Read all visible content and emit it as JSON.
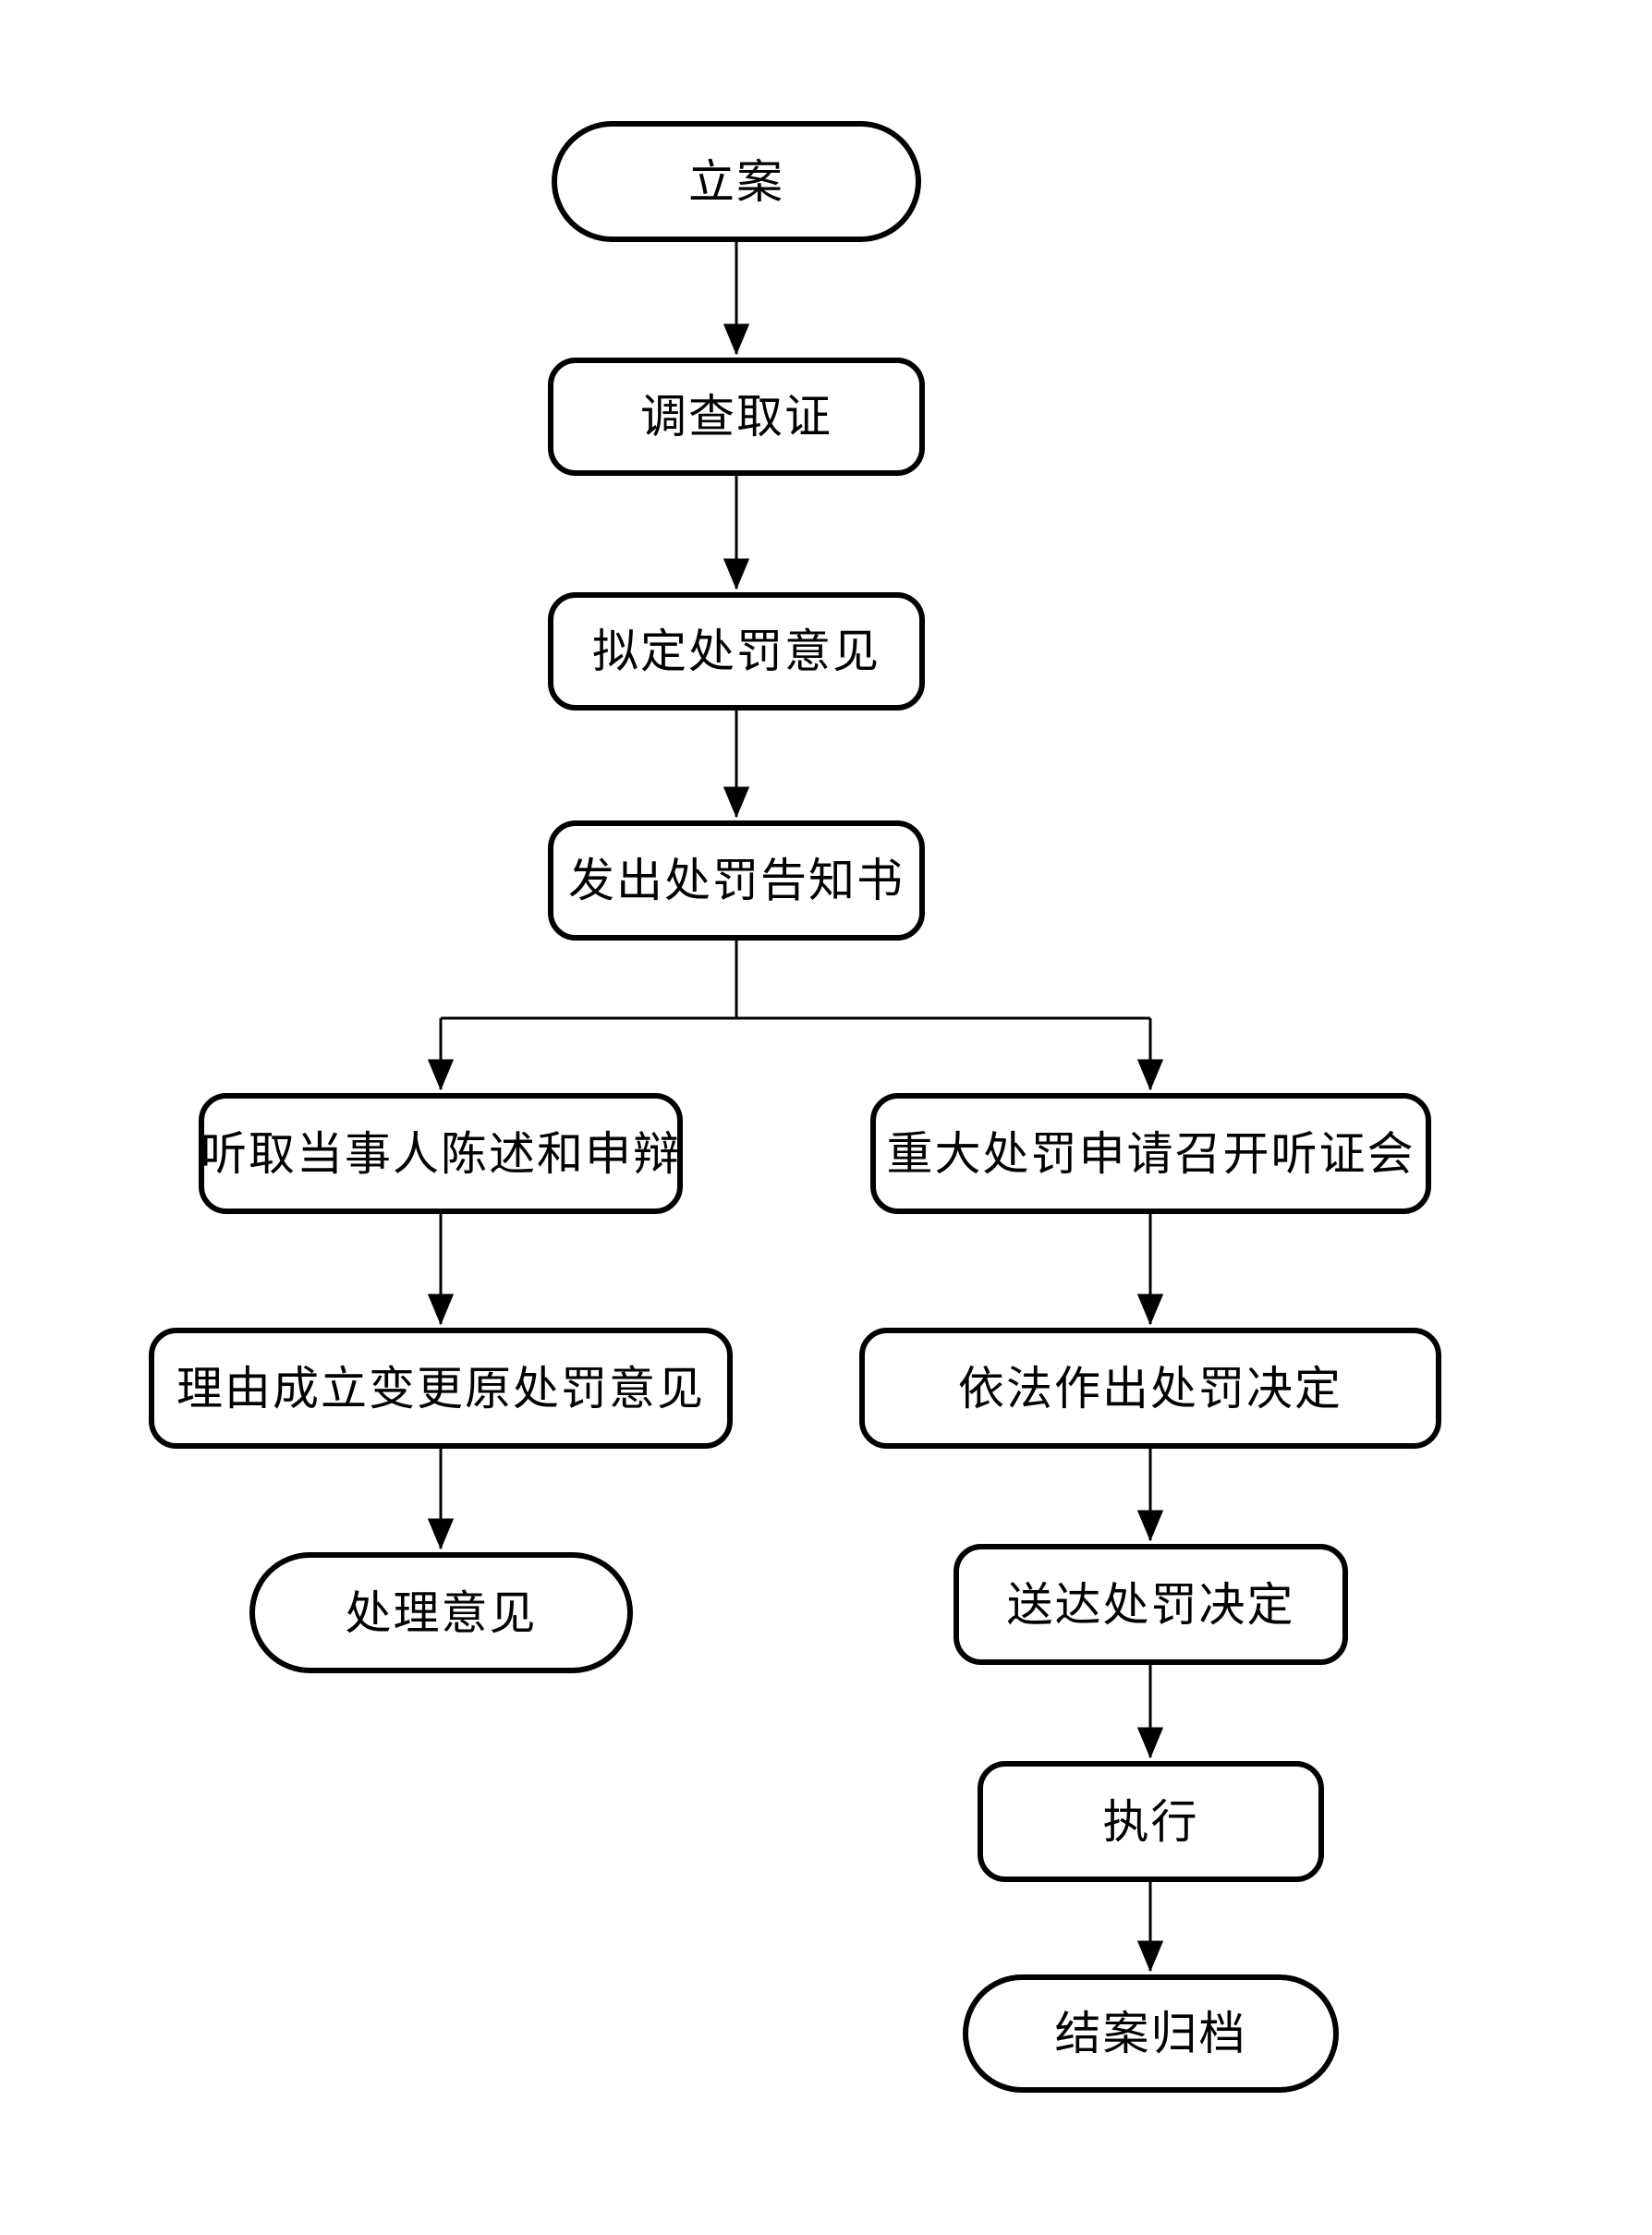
{
  "diagram": {
    "type": "flowchart",
    "direction": "top-down",
    "colors": {
      "stroke": "#000000",
      "fill": "#ffffff",
      "text": "#000000"
    }
  },
  "nodes": [
    {
      "id": "li-an",
      "label": "立案",
      "shape": "stadium"
    },
    {
      "id": "diao-cha-qu-zheng",
      "label": "调查取证",
      "shape": "rounded-rect"
    },
    {
      "id": "ni-ding-chu-fa-yi-jian",
      "label": "拟定处罚意见",
      "shape": "rounded-rect"
    },
    {
      "id": "fa-chu-gao-zhi-shu",
      "label": "发出处罚告知书",
      "shape": "rounded-rect"
    },
    {
      "id": "ting-qu-shen-bian",
      "label": "听取当事人陈述和申辩",
      "shape": "rounded-rect"
    },
    {
      "id": "zhong-da-ting-zheng",
      "label": "重大处罚申请召开听证会",
      "shape": "rounded-rect"
    },
    {
      "id": "li-you-bian-geng",
      "label": "理由成立变更原处罚意见",
      "shape": "rounded-rect"
    },
    {
      "id": "yi-fa-jue-ding",
      "label": "依法作出处罚决定",
      "shape": "rounded-rect"
    },
    {
      "id": "chu-li-yi-jian",
      "label": "处理意见",
      "shape": "stadium"
    },
    {
      "id": "song-da-jue-ding",
      "label": "送达处罚决定",
      "shape": "rounded-rect"
    },
    {
      "id": "zhi-xing",
      "label": "执行",
      "shape": "rounded-rect"
    },
    {
      "id": "jie-an-gui-dang",
      "label": "结案归档",
      "shape": "stadium"
    }
  ],
  "edges": [
    {
      "from": "立案",
      "to": "调查取证"
    },
    {
      "from": "调查取证",
      "to": "拟定处罚意见"
    },
    {
      "from": "拟定处罚意见",
      "to": "发出处罚告知书"
    },
    {
      "from": "发出处罚告知书",
      "to": "听取当事人陈述和申辩"
    },
    {
      "from": "发出处罚告知书",
      "to": "重大处罚申请召开听证会"
    },
    {
      "from": "听取当事人陈述和申辩",
      "to": "理由成立变更原处罚意见"
    },
    {
      "from": "理由成立变更原处罚意见",
      "to": "处理意见"
    },
    {
      "from": "重大处罚申请召开听证会",
      "to": "依法作出处罚决定"
    },
    {
      "from": "依法作出处罚决定",
      "to": "送达处罚决定"
    },
    {
      "from": "送达处罚决定",
      "to": "执行"
    },
    {
      "from": "执行",
      "to": "结案归档"
    }
  ]
}
